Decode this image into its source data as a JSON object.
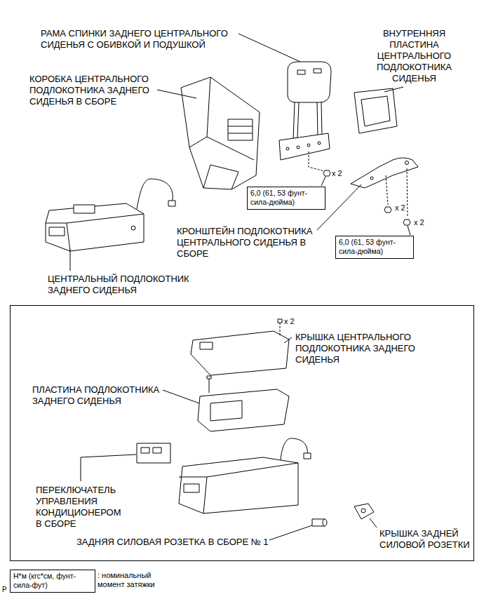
{
  "diagram": {
    "nodes": [
      {
        "text": [
          "6,0 (61, 53 фунт-сила-дюйма)"
        ]
      },
      {
        "text": [
          "6,0 (61, 53 фунт-сила-дюйма)"
        ]
      },
      {
        "text": [
          "x 2",
          "КРЫШКА ЦЕНТРАЛЬНОГО ПОДЛОКОТНИКА ЗАДНЕГО СИДЕНЬЯ",
          "ПЛАСТИНА ПОДЛОКОТНИКА ЗАДНЕГО СИДЕНЬЯ",
          "ПЕРЕКЛЮЧАТЕЛЬ УПРАВЛЕНИЯ КОНДИЦИОНЕРОМ В СБОРЕ",
          "ЗАДНЯЯ СИЛОВАЯ РОЗЕТКА В СБОРЕ № 1",
          "КРЫШКА ЗАДНЕЙ СИЛОВОЙ РОЗЕТКИ"
        ]
      },
      {
        "text": [
          "Н*м (кгс*см, фунт-сила-фут)",
          ": номинальный момент затяжки"
        ]
      }
    ],
    "labels": [
      "РАМА СПИНКИ ЗАДНЕГО ЦЕНТРАЛЬНОГО СИДЕНЬЯ С ОБИВКОЙ И ПОДУШКОЙ",
      "ВНУТРЕННЯЯ ПЛАСТИНА ЦЕНТРАЛЬНОГО ПОДЛОКОТНИКА СИДЕНЬЯ",
      "КОРОБКА ЦЕНТРАЛЬНОГО ПОДЛОКОТНИКА ЗАДНЕГО СИДЕНЬЯ В СБОРЕ",
      "x 2",
      "x 2",
      "x 2",
      "КРОНШТЕЙН ПОДЛОКОТНИКА ЦЕНТРАЛЬНОГО СИДЕНЬЯ В СБОРЕ",
      "ЦЕНТРАЛЬНЫЙ ПОДЛОКОТНИК ЗАДНЕГО СИДЕНЬЯ",
      "P"
    ]
  }
}
